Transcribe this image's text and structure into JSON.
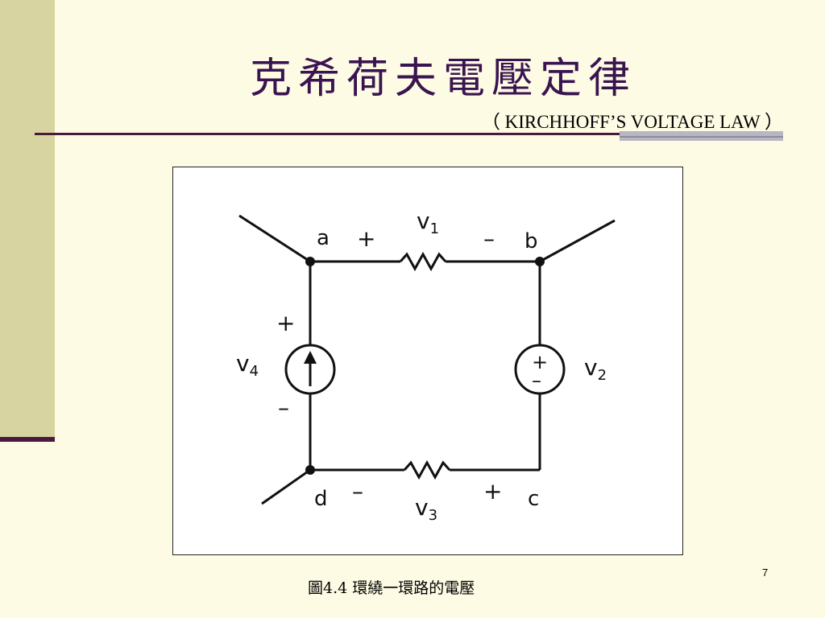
{
  "slide": {
    "title": "克希荷夫電壓定律",
    "subtitle": "（ KIRCHHOFF’S VOLTAGE LAW ）",
    "page_number": "7",
    "caption": "圖4.4 環繞一環路的電壓"
  },
  "circuit": {
    "nodes": {
      "a": "a",
      "b": "b",
      "c": "c",
      "d": "d"
    },
    "v1": {
      "name": "v",
      "sub": "1",
      "plus": "+",
      "minus": "–"
    },
    "v2": {
      "name": "v",
      "sub": "2",
      "plus": "+",
      "minus": "–"
    },
    "v3": {
      "name": "v",
      "sub": "3",
      "plus": "+",
      "minus": "–"
    },
    "v4": {
      "name": "v",
      "sub": "4",
      "plus": "+",
      "minus": "–"
    }
  },
  "colors": {
    "background": "#fdfbe3",
    "sidebar": "#d8d4a2",
    "accent": "#4a1a3e",
    "title": "#3a1450"
  }
}
